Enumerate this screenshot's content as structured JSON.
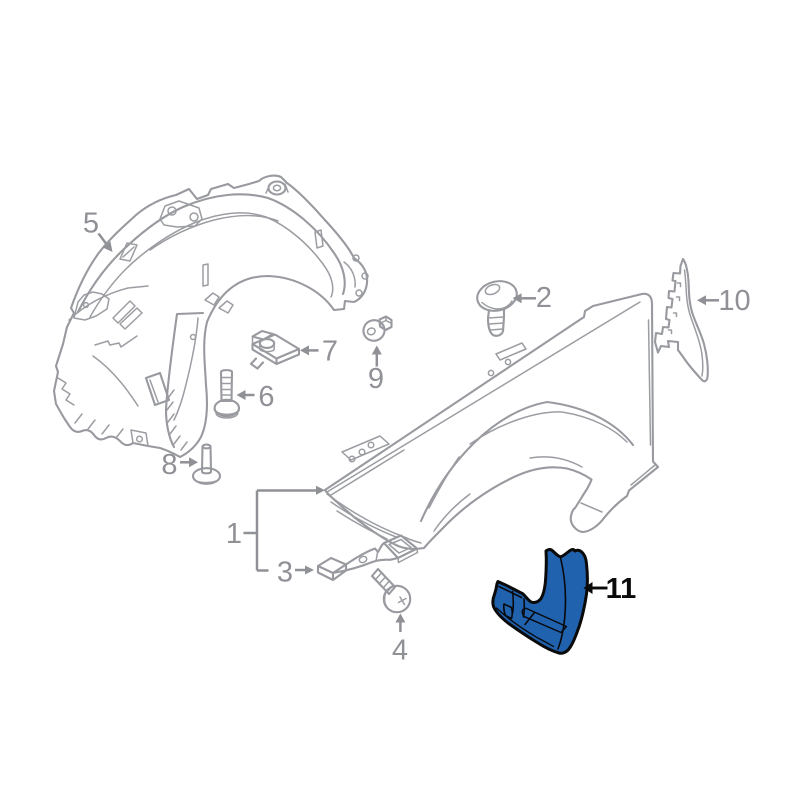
{
  "diagram": {
    "type": "exploded-parts-diagram",
    "background": "#ffffff",
    "colors": {
      "line_gray": "#989aa0",
      "label_gray": "#8f9196",
      "highlight_fill": "#2062ae",
      "highlight_outline": "#0a0a0a"
    },
    "callouts": {
      "c1": {
        "number": "1"
      },
      "c2": {
        "number": "2"
      },
      "c3": {
        "number": "3"
      },
      "c4": {
        "number": "4"
      },
      "c5": {
        "number": "5"
      },
      "c6": {
        "number": "6"
      },
      "c7": {
        "number": "7"
      },
      "c8": {
        "number": "8"
      },
      "c9": {
        "number": "9"
      },
      "c10": {
        "number": "10"
      },
      "c11": {
        "number": "11"
      }
    }
  }
}
